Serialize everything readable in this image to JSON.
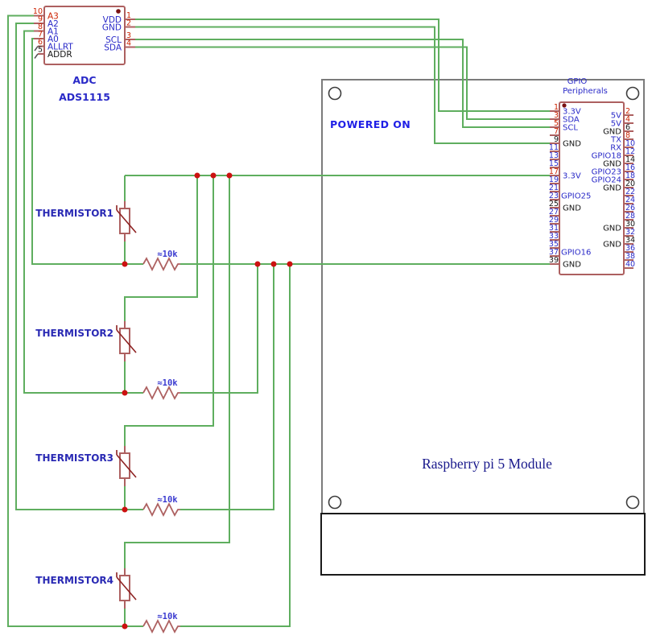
{
  "adc": {
    "title": "ADC",
    "part": "ADS1115",
    "pins_left": [
      {
        "num": "10",
        "label": "A3",
        "label_color": "red",
        "num_color": "red"
      },
      {
        "num": "9",
        "label": "A2",
        "label_color": "blue",
        "num_color": "red"
      },
      {
        "num": "8",
        "label": "A1",
        "label_color": "blue",
        "num_color": "red"
      },
      {
        "num": "7",
        "label": "A0",
        "label_color": "blue",
        "num_color": "red"
      },
      {
        "num": "6",
        "label": "ALLRT",
        "label_color": "blue",
        "num_color": "red"
      },
      {
        "num": "5",
        "label": "ADDR",
        "label_color": "black",
        "num_color": "black"
      }
    ],
    "pins_right": [
      {
        "num": "1",
        "label": "VDD",
        "label_color": "blue",
        "num_color": "red"
      },
      {
        "num": "2",
        "label": "GND",
        "label_color": "blue",
        "num_color": "red"
      },
      {
        "num": "3",
        "label": "SCL",
        "label_color": "blue",
        "num_color": "red"
      },
      {
        "num": "4",
        "label": "SDA",
        "label_color": "blue",
        "num_color": "red"
      }
    ]
  },
  "rpi": {
    "title": "Raspberry pi 5 Module",
    "status": "POWERED ON",
    "header_label": [
      "GPIO",
      "Peripherals"
    ],
    "gpio_left": [
      {
        "num": "1",
        "label": "3.3V",
        "num_color": "red",
        "label_color": "blue"
      },
      {
        "num": "3",
        "label": "SDA",
        "num_color": "red",
        "label_color": "blue"
      },
      {
        "num": "5",
        "label": "SCL",
        "num_color": "red",
        "label_color": "blue"
      },
      {
        "num": "7",
        "label": "",
        "num_color": "red"
      },
      {
        "num": "9",
        "label": "GND",
        "num_color": "black",
        "label_color": "black"
      },
      {
        "num": "11",
        "label": "",
        "num_color": "blue"
      },
      {
        "num": "13",
        "label": "",
        "num_color": "blue"
      },
      {
        "num": "15",
        "label": "",
        "num_color": "blue"
      },
      {
        "num": "17",
        "label": "3.3V",
        "num_color": "red",
        "label_color": "blue"
      },
      {
        "num": "19",
        "label": "",
        "num_color": "blue"
      },
      {
        "num": "21",
        "label": "",
        "num_color": "blue"
      },
      {
        "num": "23",
        "label": "",
        "num_color": "blue"
      },
      {
        "num": "25",
        "label": "GND",
        "num_color": "black",
        "label_color": "black"
      },
      {
        "num": "27",
        "label": "",
        "num_color": "blue"
      },
      {
        "num": "29",
        "label": "",
        "num_color": "blue"
      },
      {
        "num": "31",
        "label": "",
        "num_color": "blue"
      },
      {
        "num": "33",
        "label": "",
        "num_color": "blue"
      },
      {
        "num": "35",
        "label": "",
        "num_color": "blue"
      },
      {
        "num": "37",
        "label": "",
        "num_color": "blue"
      },
      {
        "num": "39",
        "label": "GND",
        "num_color": "black",
        "label_color": "black"
      }
    ],
    "gpio_right": [
      {
        "num": "2",
        "label": "5V",
        "num_color": "red",
        "label_color": "blue"
      },
      {
        "num": "4",
        "label": "5V",
        "num_color": "red",
        "label_color": "blue"
      },
      {
        "num": "6",
        "label": "GND",
        "num_color": "black",
        "label_color": "black"
      },
      {
        "num": "8",
        "label": "TX",
        "num_color": "red",
        "label_color": "blue"
      },
      {
        "num": "10",
        "label": "RX",
        "num_color": "blue",
        "label_color": "blue"
      },
      {
        "num": "12",
        "label": "GPIO18",
        "num_color": "blue",
        "label_color": "blue"
      },
      {
        "num": "14",
        "label": "GND",
        "num_color": "black",
        "label_color": "black"
      },
      {
        "num": "16",
        "label": "GPIO23",
        "num_color": "blue",
        "label_color": "blue"
      },
      {
        "num": "18",
        "label": "GPIO24",
        "num_color": "blue",
        "label_color": "blue"
      },
      {
        "num": "20",
        "label": "GND",
        "num_color": "black",
        "label_color": "black"
      },
      {
        "num": "22",
        "label": "GPIO25",
        "num_color": "blue",
        "label_color": "blue",
        "label_side": "left"
      },
      {
        "num": "24",
        "label": "",
        "num_color": "blue"
      },
      {
        "num": "26",
        "label": "",
        "num_color": "blue"
      },
      {
        "num": "28",
        "label": "",
        "num_color": "blue"
      },
      {
        "num": "30",
        "label": "GND",
        "num_color": "black",
        "label_color": "black"
      },
      {
        "num": "32",
        "label": "",
        "num_color": "blue"
      },
      {
        "num": "34",
        "label": "GND",
        "num_color": "black",
        "label_color": "black"
      },
      {
        "num": "36",
        "label": "GPIO16",
        "num_color": "blue",
        "label_color": "blue",
        "label_side": "left"
      },
      {
        "num": "38",
        "label": "",
        "num_color": "blue"
      },
      {
        "num": "40",
        "label": "",
        "num_color": "blue"
      }
    ]
  },
  "thermistors": [
    {
      "label": "THERMISTOR1",
      "resistor": "≈10k"
    },
    {
      "label": "THERMISTOR2",
      "resistor": "≈10k"
    },
    {
      "label": "THERMISTOR3",
      "resistor": "≈10k"
    },
    {
      "label": "THERMISTOR4",
      "resistor": "≈10k"
    }
  ],
  "colors": {
    "wire": "#5fae5f",
    "component": "#ad6060",
    "junction_dot": "#cc1111",
    "chip_dot": "#7a1212",
    "blue_text": "#2a2ac8",
    "red_text": "#cc2200",
    "black_text": "#141414",
    "module_border": "#7b7b7b",
    "bottom_box_border": "#1a1a1a",
    "title_blue": "#19198c",
    "status_blue": "#1f1fe6",
    "resistor_label_blue": "#3b3bd0",
    "thermistor_label_blue": "#2a2ab4"
  }
}
